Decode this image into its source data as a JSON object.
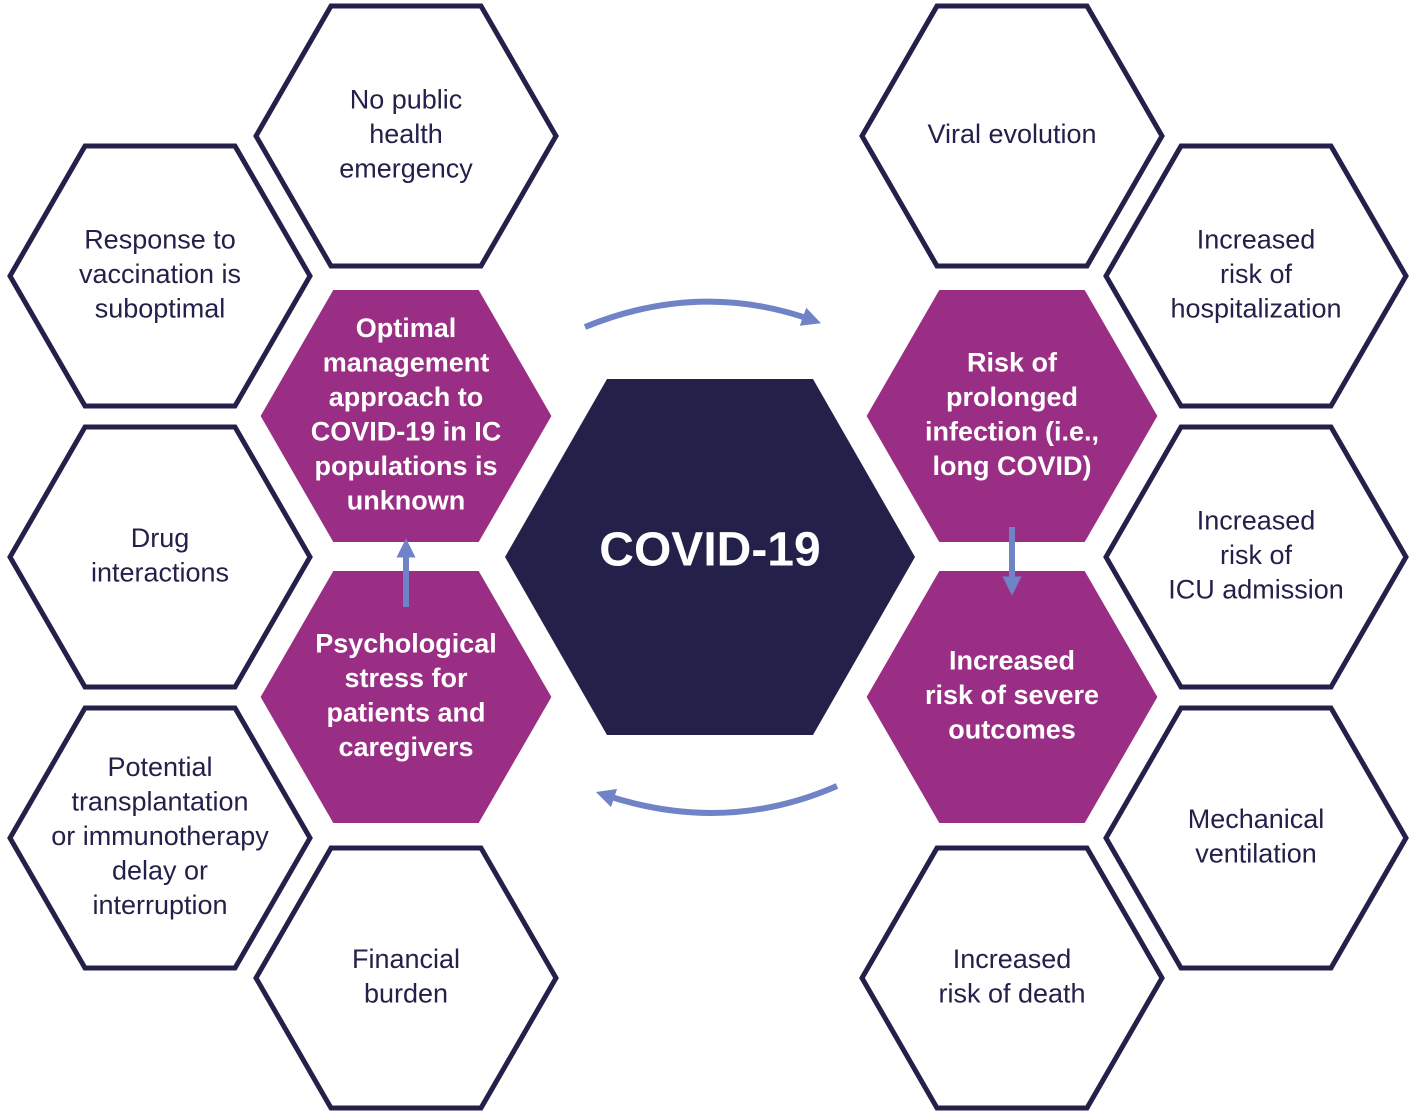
{
  "colors": {
    "navy": "#23214a",
    "magenta": "#9a2e85",
    "arrow": "#7083c6",
    "outline_fill": "#ffffff"
  },
  "center": {
    "label": "COVID-19"
  },
  "left_outer": [
    {
      "id": "no-public-health-emergency",
      "lines": [
        "No public",
        "health",
        "emergency"
      ]
    },
    {
      "id": "response-to-vaccination",
      "lines": [
        "Response to",
        "vaccination is",
        "suboptimal"
      ]
    },
    {
      "id": "drug-interactions",
      "lines": [
        "Drug",
        "interactions"
      ]
    },
    {
      "id": "potential-transplantation-delay",
      "lines": [
        "Potential",
        "transplantation",
        "or immunotherapy",
        "delay or",
        "interruption"
      ]
    },
    {
      "id": "financial-burden",
      "lines": [
        "Financial",
        "burden"
      ]
    }
  ],
  "left_inner": [
    {
      "id": "optimal-management",
      "lines": [
        "Optimal",
        "management",
        "approach to",
        "COVID-19 in IC",
        "populations is",
        "unknown"
      ]
    },
    {
      "id": "psychological-stress",
      "lines": [
        "Psychological",
        "stress for",
        "patients and",
        "caregivers"
      ]
    }
  ],
  "right_outer": [
    {
      "id": "viral-evolution",
      "lines": [
        "Viral evolution"
      ]
    },
    {
      "id": "increased-risk-hospitalization",
      "lines": [
        "Increased",
        "risk of",
        "hospitalization"
      ]
    },
    {
      "id": "increased-risk-icu",
      "lines": [
        "Increased",
        "risk of",
        "ICU admission"
      ]
    },
    {
      "id": "mechanical-ventilation",
      "lines": [
        "Mechanical",
        "ventilation"
      ]
    },
    {
      "id": "increased-risk-death",
      "lines": [
        "Increased",
        "risk of death"
      ]
    }
  ],
  "right_inner": [
    {
      "id": "risk-prolonged-infection",
      "lines": [
        "Risk of",
        "prolonged",
        "infection (i.e.,",
        "long COVID)"
      ]
    },
    {
      "id": "increased-risk-severe-outcomes",
      "lines": [
        "Increased",
        "risk of severe",
        "outcomes"
      ]
    }
  ]
}
